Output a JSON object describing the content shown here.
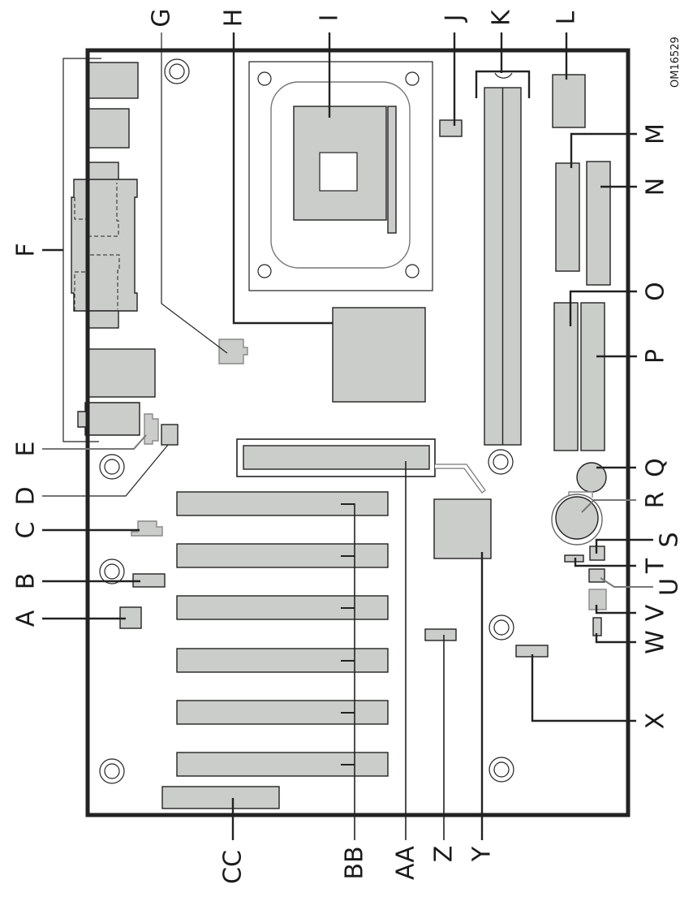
{
  "figure": {
    "title": "Motherboard component layout",
    "figure_code": "OM16529",
    "colors": {
      "component_fill": "#cbcdca",
      "outline": "#222222",
      "background": "#ffffff"
    }
  },
  "callouts": {
    "top": [
      "G",
      "H",
      "I",
      "J",
      "K",
      "L"
    ],
    "left": [
      "F",
      "E",
      "D",
      "C",
      "B",
      "A"
    ],
    "right": [
      "M",
      "N",
      "O",
      "P",
      "Q",
      "R",
      "S",
      "T",
      "U",
      "V",
      "W",
      "X"
    ],
    "bottom": [
      "CC",
      "BB",
      "AA",
      "Z",
      "Y"
    ]
  },
  "labels": {
    "A": "A",
    "B": "B",
    "C": "C",
    "D": "D",
    "E": "E",
    "F": "F",
    "G": "G",
    "H": "H",
    "I": "I",
    "J": "J",
    "K": "K",
    "L": "L",
    "M": "M",
    "N": "N",
    "O": "O",
    "P": "P",
    "Q": "Q",
    "R": "R",
    "S": "S",
    "T": "T",
    "U": "U",
    "V": "V",
    "W": "W",
    "X": "X",
    "Y": "Y",
    "Z": "Z",
    "AA": "AA",
    "BB": "BB",
    "CC": "CC"
  },
  "components": {
    "pci_slot_count": 6,
    "memory_slot_count": 2,
    "agp_slot_count": 1,
    "ide_connector_count": 2,
    "mounting_hole_count": 8
  }
}
